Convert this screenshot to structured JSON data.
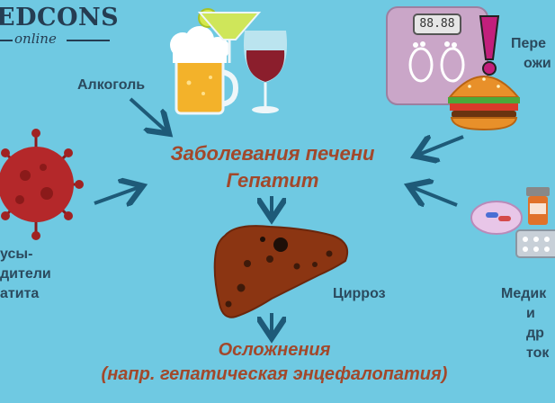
{
  "logo": {
    "main": "EDCONS",
    "sub": "online"
  },
  "causes": {
    "alcohol": "Алкоголь",
    "weight_line1": "Пере",
    "weight_line2": "ожи",
    "virus_line1": "усы-",
    "virus_line2": "дители",
    "virus_line3": "атита",
    "meds_line1": "Медик",
    "meds_line2": "и др",
    "meds_line3": "ток"
  },
  "center": {
    "title_line1": "Заболевания печени",
    "title_line2": "Гепатит"
  },
  "cirrhosis": "Цирроз",
  "complications": {
    "line1": "Осложнения",
    "line2": "(напр. гепатическая энцефалопатия)"
  },
  "scale_display": "88.88",
  "colors": {
    "background": "#6fc9e2",
    "accent_text": "#a2482b",
    "label_text": "#2b4a5e",
    "arrow": "#1e5a78",
    "liver": "#8b3512"
  }
}
